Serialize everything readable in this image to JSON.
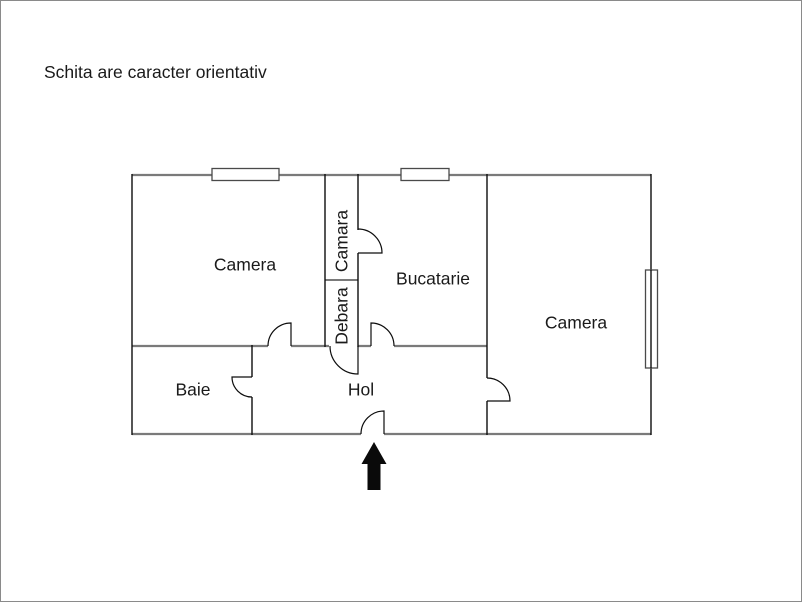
{
  "page": {
    "title": "Schita are caracter orientativ"
  },
  "floor_plan": {
    "rooms": [
      {
        "id": "camera-left",
        "label": "Camera",
        "orientation": "horizontal"
      },
      {
        "id": "camara",
        "label": "Camara",
        "orientation": "vertical"
      },
      {
        "id": "debara",
        "label": "Debara",
        "orientation": "vertical"
      },
      {
        "id": "bucatarie",
        "label": "Bucatarie",
        "orientation": "horizontal"
      },
      {
        "id": "camera-right",
        "label": "Camera",
        "orientation": "horizontal"
      },
      {
        "id": "baie",
        "label": "Baie",
        "orientation": "horizontal"
      },
      {
        "id": "hol",
        "label": "Hol",
        "orientation": "horizontal"
      }
    ],
    "entrance": {
      "icon": "up-arrow-icon",
      "position": "bottom wall of Hol"
    }
  },
  "colors": {
    "background": "#ffffff",
    "page_border": "#8a8a8a",
    "wall_gray": "#7a7a7a",
    "wall_black": "#0d0d0d",
    "window_stroke": "#4a4a4a",
    "text": "#1a1a1a",
    "arrow": "#0a0a0a"
  }
}
